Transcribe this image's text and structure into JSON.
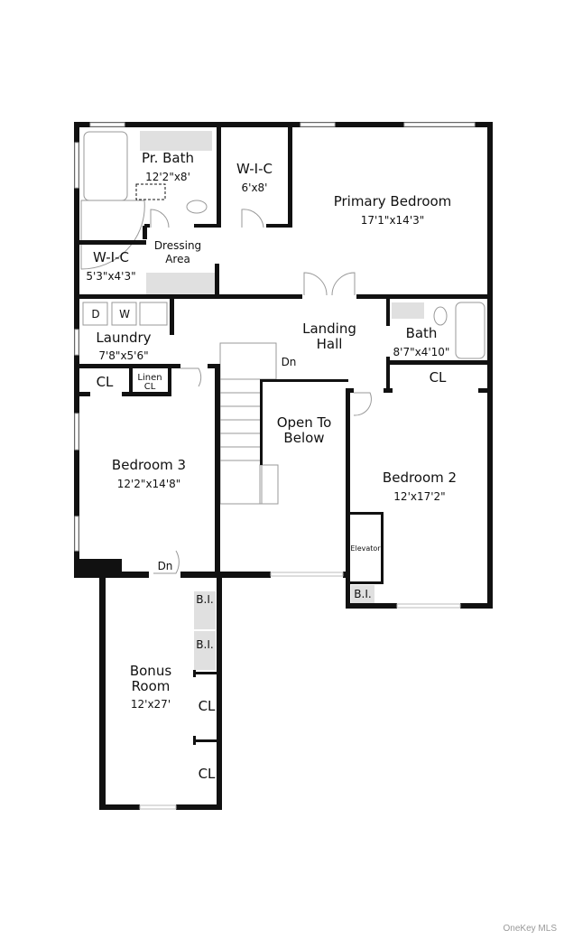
{
  "rooms": {
    "pr_bath": {
      "name": "Pr. Bath",
      "size": "12'2\"x8'"
    },
    "wic_top": {
      "name": "W-I-C",
      "size": "6'x8'"
    },
    "primary_bedroom": {
      "name": "Primary Bedroom",
      "size": "17'1\"x14'3\""
    },
    "wic_small": {
      "name": "W-I-C",
      "size": "5'3\"x4'3\""
    },
    "dressing_area": {
      "name1": "Dressing",
      "name2": "Area"
    },
    "laundry": {
      "name": "Laundry",
      "size": "7'8\"x5'6\"",
      "dryer": "D",
      "washer": "W"
    },
    "landing_hall": {
      "name1": "Landing",
      "name2": "Hall"
    },
    "bath": {
      "name": "Bath",
      "size": "8'7\"x4'10\""
    },
    "cl_right": {
      "name": "CL"
    },
    "cl_left": {
      "name": "CL"
    },
    "linen_cl": {
      "name1": "Linen",
      "name2": "CL"
    },
    "stairs_dn": {
      "name": "Dn"
    },
    "open_to_below": {
      "name1": "Open To",
      "name2": "Below"
    },
    "bedroom3": {
      "name": "Bedroom 3",
      "size": "12'2\"x14'8\""
    },
    "bedroom2": {
      "name": "Bedroom 2",
      "size": "12'x17'2\""
    },
    "elevator": {
      "name": "Elevator"
    },
    "bi_bedroom2": {
      "name": "B.I."
    },
    "stairs_dn2": {
      "name": "Dn"
    },
    "bonus_room": {
      "name1": "Bonus",
      "name2": "Room",
      "size": "12'x27'"
    },
    "bi_1": {
      "name": "B.I."
    },
    "bi_2": {
      "name": "B.I."
    },
    "cl_bonus1": {
      "name": "CL"
    },
    "cl_bonus2": {
      "name": "CL"
    }
  },
  "watermark": "OneKey MLS"
}
